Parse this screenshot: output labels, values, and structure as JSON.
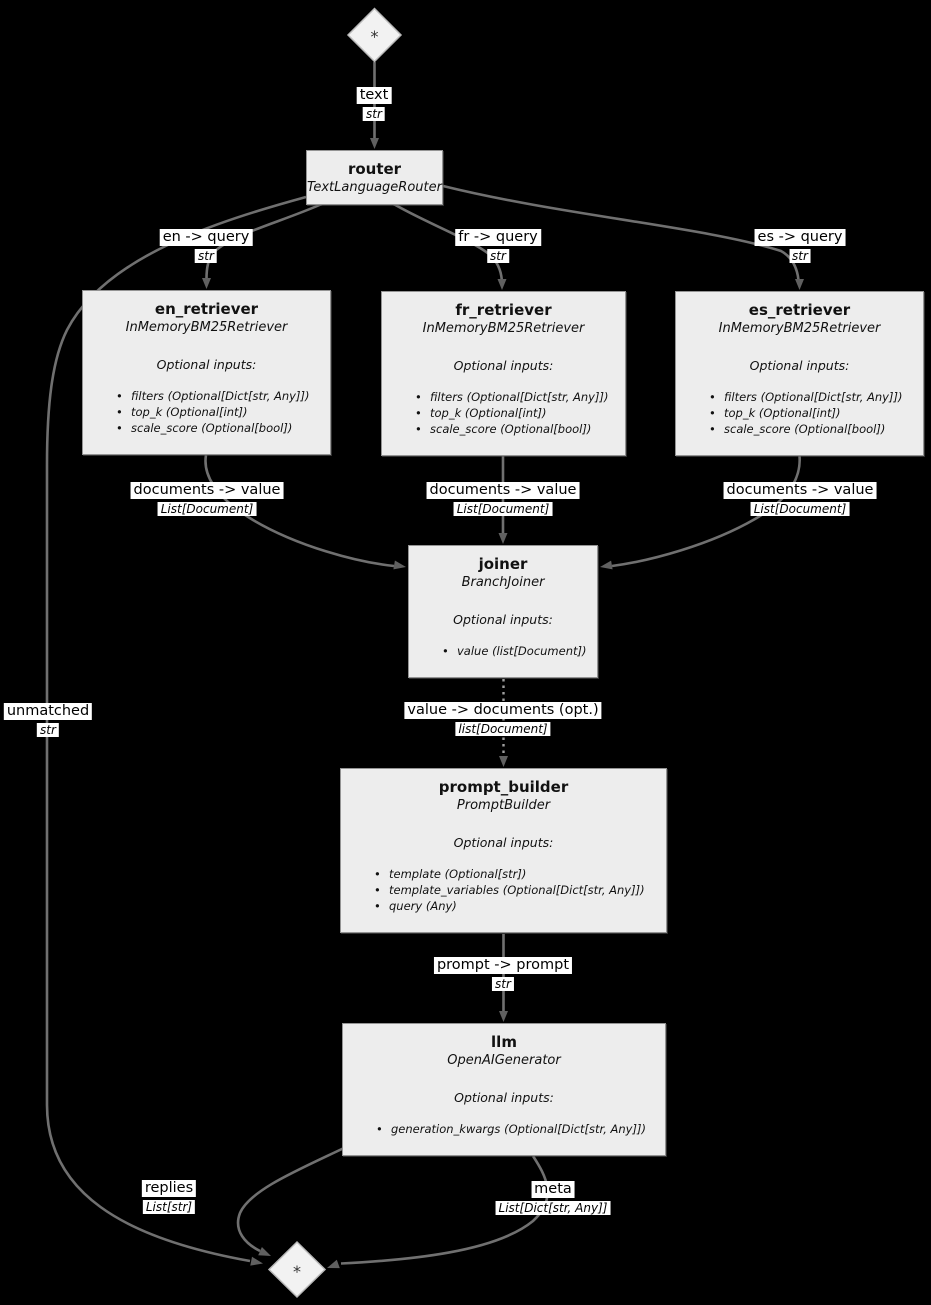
{
  "colors": {
    "background": "#000000",
    "node_fill": "#ededed",
    "node_border": "#949494",
    "edge": "#707070",
    "label_background": "#ffffff",
    "text": "#111111"
  },
  "nodes": {
    "start": {
      "label": "*"
    },
    "router": {
      "title": "router",
      "subtitle": "TextLanguageRouter"
    },
    "en_retriever": {
      "title": "en_retriever",
      "subtitle": "InMemoryBM25Retriever",
      "optional_heading": "Optional inputs:",
      "inputs": [
        "filters (Optional[Dict[str, Any]])",
        "top_k (Optional[int])",
        "scale_score (Optional[bool])"
      ]
    },
    "fr_retriever": {
      "title": "fr_retriever",
      "subtitle": "InMemoryBM25Retriever",
      "optional_heading": "Optional inputs:",
      "inputs": [
        "filters (Optional[Dict[str, Any]])",
        "top_k (Optional[int])",
        "scale_score (Optional[bool])"
      ]
    },
    "es_retriever": {
      "title": "es_retriever",
      "subtitle": "InMemoryBM25Retriever",
      "optional_heading": "Optional inputs:",
      "inputs": [
        "filters (Optional[Dict[str, Any]])",
        "top_k (Optional[int])",
        "scale_score (Optional[bool])"
      ]
    },
    "joiner": {
      "title": "joiner",
      "subtitle": "BranchJoiner",
      "optional_heading": "Optional inputs:",
      "inputs": [
        "value (list[Document])"
      ]
    },
    "prompt_builder": {
      "title": "prompt_builder",
      "subtitle": "PromptBuilder",
      "optional_heading": "Optional inputs:",
      "inputs": [
        "template (Optional[str])",
        "template_variables (Optional[Dict[str, Any]])",
        "query (Any)"
      ]
    },
    "llm": {
      "title": "llm",
      "subtitle": "OpenAIGenerator",
      "optional_heading": "Optional inputs:",
      "inputs": [
        "generation_kwargs (Optional[Dict[str, Any]])"
      ]
    },
    "end": {
      "label": "*"
    }
  },
  "edges": {
    "text": {
      "label": "text",
      "type": "str"
    },
    "en_query": {
      "label": "en -> query",
      "type": "str"
    },
    "fr_query": {
      "label": "fr -> query",
      "type": "str"
    },
    "es_query": {
      "label": "es -> query",
      "type": "str"
    },
    "docs_value_en": {
      "label": "documents -> value",
      "type": "List[Document]"
    },
    "docs_value_fr": {
      "label": "documents -> value",
      "type": "List[Document]"
    },
    "docs_value_es": {
      "label": "documents -> value",
      "type": "List[Document]"
    },
    "unmatched": {
      "label": "unmatched",
      "type": "str"
    },
    "value_documents": {
      "label": "value -> documents (opt.)",
      "type": "list[Document]"
    },
    "prompt_prompt": {
      "label": "prompt -> prompt",
      "type": "str"
    },
    "replies": {
      "label": "replies",
      "type": "List[str]"
    },
    "meta": {
      "label": "meta",
      "type": "List[Dict[str, Any]]"
    }
  }
}
